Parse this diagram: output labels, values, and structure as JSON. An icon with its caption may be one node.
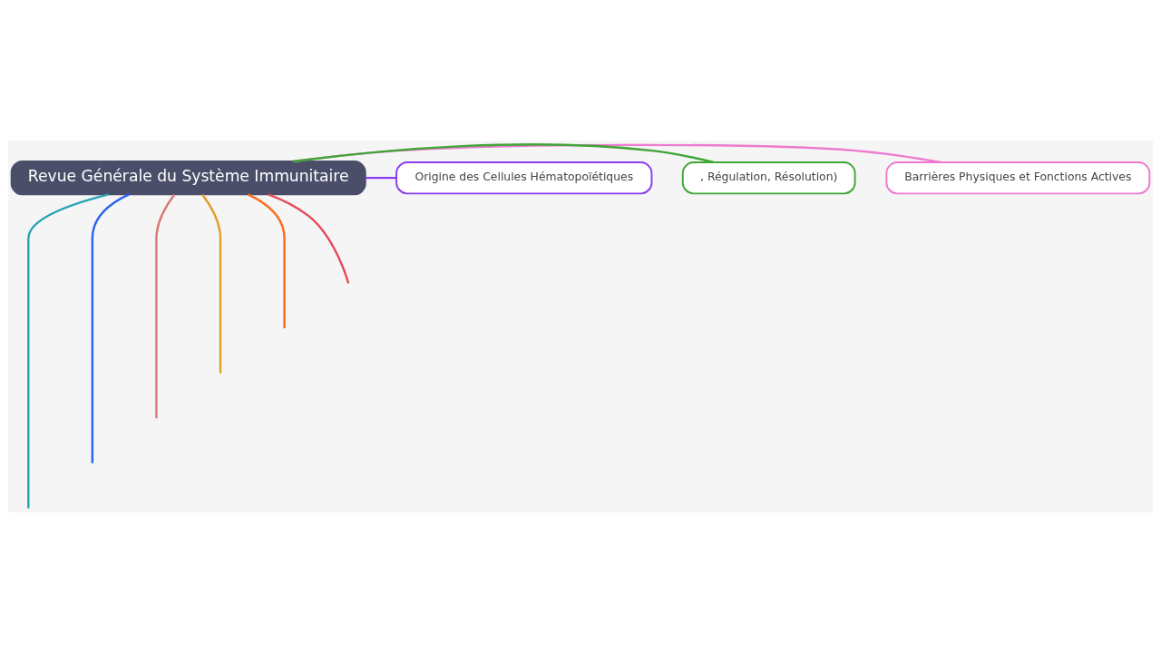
{
  "diagram": {
    "nodes": [
      {
        "text": [
          "Revue Générale du Système Immunitaire"
        ]
      },
      {
        "text": [
          "Barrières Physiques et Fonctions Actives"
        ]
      },
      {
        "text": [
          ", Régulation, Résolution)"
        ]
      },
      {
        "text": [
          "Origine des Cellules Hématopoïétiques"
        ]
      }
    ],
    "edges": [
      {
        "from": 0,
        "to": null,
        "arrow": "none",
        "color": "#22a3b5"
      },
      {
        "from": 0,
        "to": null,
        "arrow": "none",
        "color": "#2a64f0"
      },
      {
        "from": 0,
        "to": null,
        "arrow": "none",
        "color": "#d97a72"
      },
      {
        "from": 0,
        "to": 1,
        "arrow": "none",
        "color": "#ee7ad0"
      },
      {
        "from": 0,
        "to": 2,
        "arrow": "none",
        "color": "#3fa535"
      },
      {
        "from": 0,
        "to": 3,
        "arrow": "none",
        "color": "#8a3cf0"
      },
      {
        "from": 0,
        "to": null,
        "arrow": "none",
        "color": "#e0a02a"
      },
      {
        "from": 0,
        "to": null,
        "arrow": "none",
        "color": "#ff6a1a"
      },
      {
        "from": 0,
        "to": null,
        "arrow": "none",
        "color": "#e8475a"
      }
    ]
  }
}
